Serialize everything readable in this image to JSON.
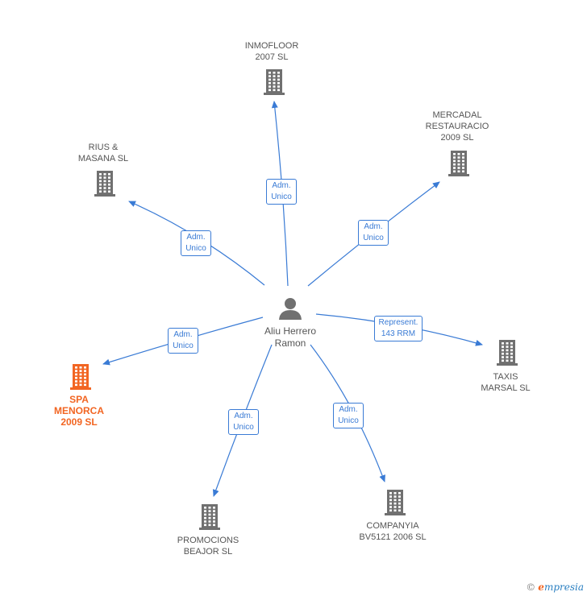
{
  "center": {
    "name": "Aliu Herrero\nRamon"
  },
  "colors": {
    "edge": "#3a7bd5",
    "building": "#707070",
    "highlight": "#f26522",
    "person": "#707070"
  },
  "nodes": [
    {
      "id": "inmofloor",
      "label": "INMOFLOOR\n2007 SL",
      "highlight": false
    },
    {
      "id": "mercadal",
      "label": "MERCADAL\nRESTAURACIO\n2009 SL",
      "highlight": false
    },
    {
      "id": "rius",
      "label": "RIUS &\nMASANA SL",
      "highlight": false
    },
    {
      "id": "spa",
      "label": "SPA\nMENORCA\n2009 SL",
      "highlight": true
    },
    {
      "id": "taxis",
      "label": "TAXIS\nMARSAL SL",
      "highlight": false
    },
    {
      "id": "promocions",
      "label": "PROMOCIONS\nBEAJOR SL",
      "highlight": false
    },
    {
      "id": "companyia",
      "label": "COMPANYIA\nBV5121 2006 SL",
      "highlight": false
    }
  ],
  "edges": [
    {
      "to": "inmofloor",
      "label": "Adm.\nUnico"
    },
    {
      "to": "mercadal",
      "label": "Adm.\nUnico"
    },
    {
      "to": "rius",
      "label": "Adm.\nUnico"
    },
    {
      "to": "spa",
      "label": "Adm.\nUnico"
    },
    {
      "to": "taxis",
      "label": "Represent.\n143 RRM"
    },
    {
      "to": "promocions",
      "label": "Adm.\nUnico"
    },
    {
      "to": "companyia",
      "label": "Adm.\nUnico"
    }
  ],
  "footer": {
    "copyright_symbol": "©",
    "brand_e": "e",
    "brand_rest": "mpresia"
  }
}
